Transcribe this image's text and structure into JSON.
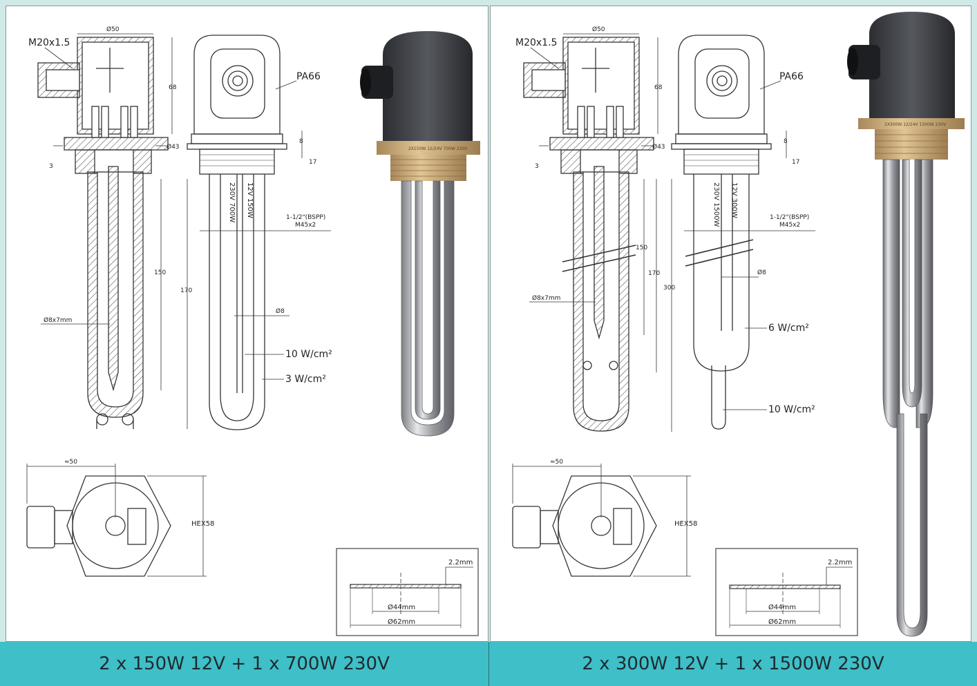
{
  "colors": {
    "background": "#cfe9e6",
    "caption_bar": "#3fbfc8",
    "line": "#333333",
    "hatch": "#555555",
    "housing": "#3c3f44",
    "brass": "#c8a876",
    "steel": "#b8b9bc"
  },
  "left": {
    "caption": "2 x 150W 12V + 1 x 700W 230V",
    "labels": {
      "thread": "M20x1.5",
      "dia50": "Ø50",
      "h68": "68",
      "material": "PA66",
      "dia43": "Ø43",
      "d8": "8",
      "d3": "3",
      "d17": "17",
      "element_12v": "12V 150W",
      "element_230v": "230V 700W",
      "bspp": "1-1/2\"(BSPP)",
      "m45": "M45x2",
      "len150": "150",
      "len170": "170",
      "tube": "Ø8x7mm",
      "dia8": "Ø8",
      "load_high": "10 W/cm²",
      "load_low": "3 W/cm²",
      "approx50": "≈50",
      "hex": "HEX58",
      "gasket_thick": "2.2mm",
      "gasket_id": "Ø44mm",
      "gasket_od": "Ø62mm",
      "brass_print": "2X150W 12/24V 700W 230V"
    }
  },
  "right": {
    "caption": "2 x 300W 12V + 1 x 1500W 230V",
    "labels": {
      "thread": "M20x1.5",
      "dia50": "Ø50",
      "h68": "68",
      "material": "PA66",
      "dia43": "Ø43",
      "d8": "8",
      "d3": "3",
      "d17": "17",
      "element_12v": "12V 300W",
      "element_230v": "230V 1500W",
      "bspp": "1-1/2\"(BSPP)",
      "m45": "M45x2",
      "len150": "150",
      "len170": "170",
      "len300": "300",
      "tube": "Ø8x7mm",
      "dia8": "Ø8",
      "load_high": "6 W/cm²",
      "load_low": "10 W/cm²",
      "approx50": "≈50",
      "hex": "HEX58",
      "gasket_thick": "2.2mm",
      "gasket_id": "Ø44mm",
      "gasket_od": "Ø62mm",
      "brass_print": "2X300W 12/24V 1500W 230V"
    }
  }
}
